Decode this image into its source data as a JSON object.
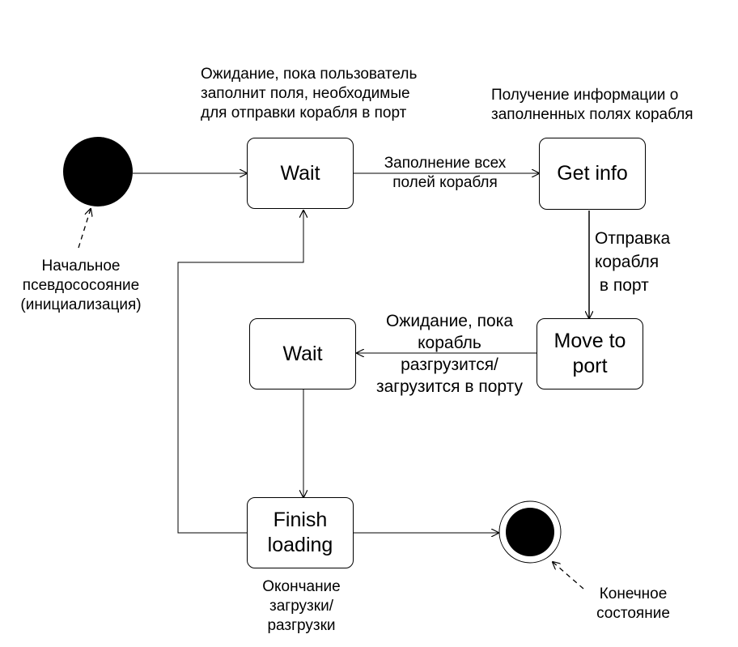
{
  "states": {
    "wait_top": "Wait",
    "get_info": "Get info",
    "move_to_port": "Move to\nport",
    "wait_bottom": "Wait",
    "finish_loading": "Finish\nloading"
  },
  "transitions": {
    "fill_all_fields": "Заполнение всех\nполей корабля",
    "send_ship_to_port": "Отправка\nкорабля\n в порт",
    "wait_unload_load": "Ожидание, пока\nкорабль\nразгрузится/\nзагрузится в порту"
  },
  "notes": {
    "wait_note": "Ожидание, пока пользователь\nзаполнит поля, необходимые\nдля отправки корабля в порт",
    "get_info_note": "Получение информации о\nзаполненных полях корабля",
    "initial_note": "Начальное\nпсевдососояние\n(инициализация)",
    "finish_note": "Окончание\nзагрузки/\nразгрузки",
    "final_note": "Конечное\nсостояние"
  }
}
